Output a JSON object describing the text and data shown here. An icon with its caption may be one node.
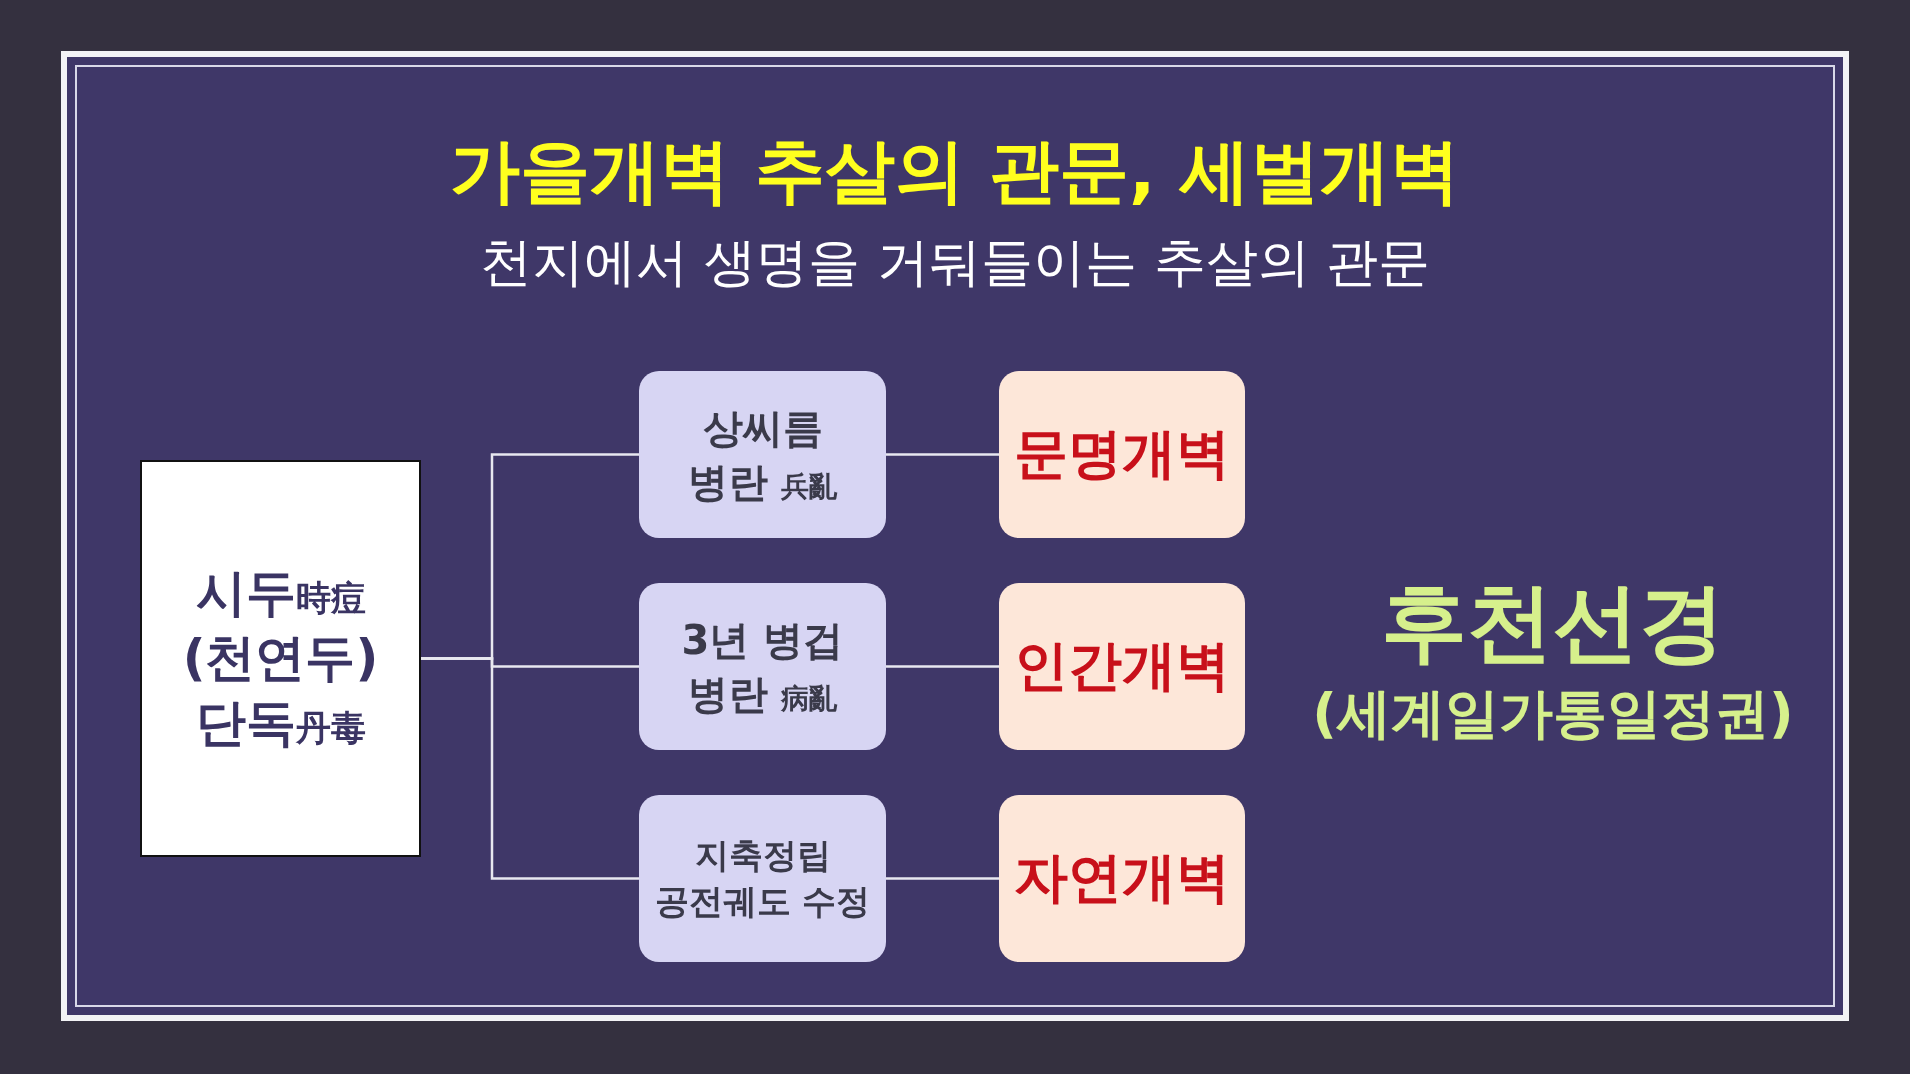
{
  "diagram": {
    "title": "가을개벽 추살의 관문, 세벌개벽",
    "nodes": [
      {
        "text": [
          "시두時痘",
          "(천연두)",
          "단독丹毒"
        ]
      },
      {
        "text": [
          "상씨름",
          "병란 兵亂"
        ]
      },
      {
        "text": [
          "3년 병겁",
          "병란 病亂"
        ]
      },
      {
        "text": [
          "지축정립",
          "공전궤도 수정"
        ]
      },
      {
        "text": [
          "문명개벽"
        ]
      },
      {
        "text": [
          "인간개벽"
        ]
      },
      {
        "text": [
          "자연개벽"
        ]
      }
    ],
    "edges": [
      {
        "from": 0,
        "to": 1,
        "arrow": "none"
      },
      {
        "from": 0,
        "to": 2,
        "arrow": "none"
      },
      {
        "from": 0,
        "to": 3,
        "arrow": "none"
      },
      {
        "from": 1,
        "to": 4,
        "arrow": "none"
      },
      {
        "from": 2,
        "to": 5,
        "arrow": "none"
      },
      {
        "from": 3,
        "to": 6,
        "arrow": "none"
      }
    ],
    "labels": [
      "천지에서 생명을 거둬들이는 추살의 관문",
      "후천선경",
      "(세계일가통일정권)"
    ]
  }
}
